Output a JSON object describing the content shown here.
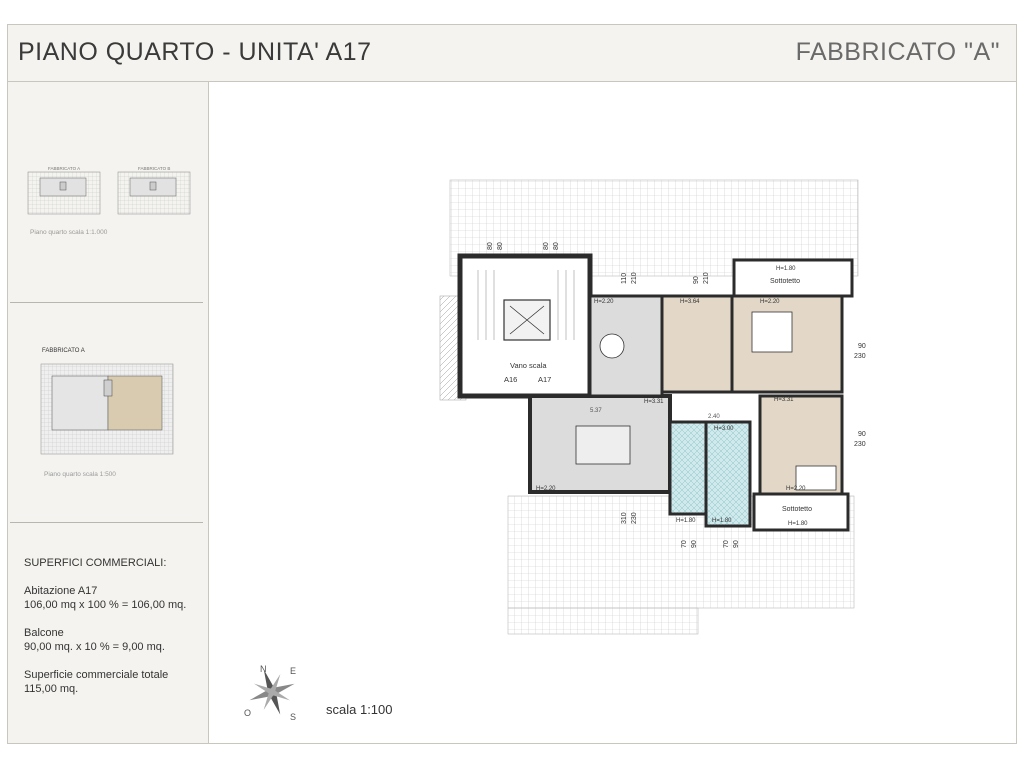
{
  "header": {
    "title": "PIANO QUARTO - UNITA' A17",
    "building": "FABBRICATO \"A\""
  },
  "sidebar": {
    "key_plan": {
      "label_a": "FABBRICATO A",
      "label_b": "FABBRICATO B",
      "scale": "Piano quarto scala 1:1.000"
    },
    "building_plan": {
      "label": "FABBRICATO A",
      "scale": "Piano quarto scala 1:500"
    },
    "areas": {
      "heading": "SUPERFICI COMMERCIALI:",
      "unit_label": "Abitazione A17",
      "unit_value": "106,00 mq x 100 % = 106,00 mq.",
      "balcony_label": "Balcone",
      "balcony_value": "90,00 mq. x 10 % = 9,00 mq.",
      "total_label": "Superficie commerciale totale",
      "total_value": "115,00 mq."
    }
  },
  "plan": {
    "scale_label": "scala 1:100",
    "stair_label": "Vano scala",
    "unit_a16": "A16",
    "unit_a17": "A17",
    "attic_label": "Sottotetto",
    "h_180": "H=1.80",
    "h_220": "H=2.20",
    "h_300": "H=3.00",
    "h_331": "H=3.31",
    "h_364": "H=3.64",
    "dims": {
      "d80": "80",
      "d110": "110",
      "d210": "210",
      "d90": "90",
      "d230": "230",
      "d310": "310",
      "d70": "70",
      "d240": "2.40",
      "d537": "5.37"
    },
    "compass": {
      "n": "N",
      "e": "E",
      "s": "S",
      "o": "O"
    }
  },
  "colors": {
    "panel": "#f4f3ef",
    "border": "#c9c6bd",
    "wall": "#2b2b2b",
    "floor_grey": "#dcdcdc",
    "bedroom": "#e3d8c8",
    "bath_tile": "#cfe9ec",
    "terrace_grid": "#c8c8c8"
  }
}
